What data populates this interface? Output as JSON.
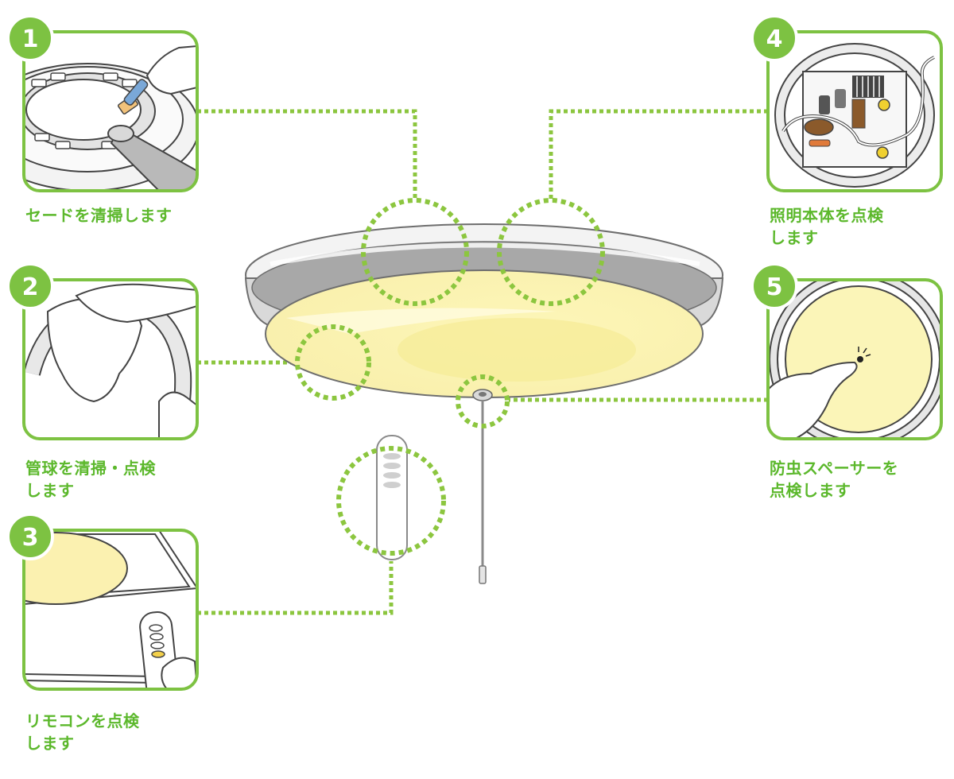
{
  "colors": {
    "green": "#7dc242",
    "green_text": "#5cb82c",
    "dots": "#8cc63f",
    "light": "#fbf5b8",
    "light_deep": "#f6ec9a",
    "shade_rim": "#9a9a9a",
    "shade_top": "#ececec"
  },
  "panels": [
    {
      "number": "1",
      "caption_lines": [
        "セードを清掃します"
      ],
      "icon": "shade-cleaning-brush-vacuum"
    },
    {
      "number": "2",
      "caption_lines": [
        "管球を清掃・点検",
        "します"
      ],
      "icon": "tube-wiping-cloth"
    },
    {
      "number": "3",
      "caption_lines": [
        "リモコンを点検",
        "します"
      ],
      "icon": "remote-control-hand"
    },
    {
      "number": "4",
      "caption_lines": [
        "照明本体を点検",
        "します"
      ],
      "icon": "fixture-body-circuit"
    },
    {
      "number": "5",
      "caption_lines": [
        "防虫スペーサーを",
        "点検します"
      ],
      "icon": "insect-spacer-finger"
    }
  ]
}
